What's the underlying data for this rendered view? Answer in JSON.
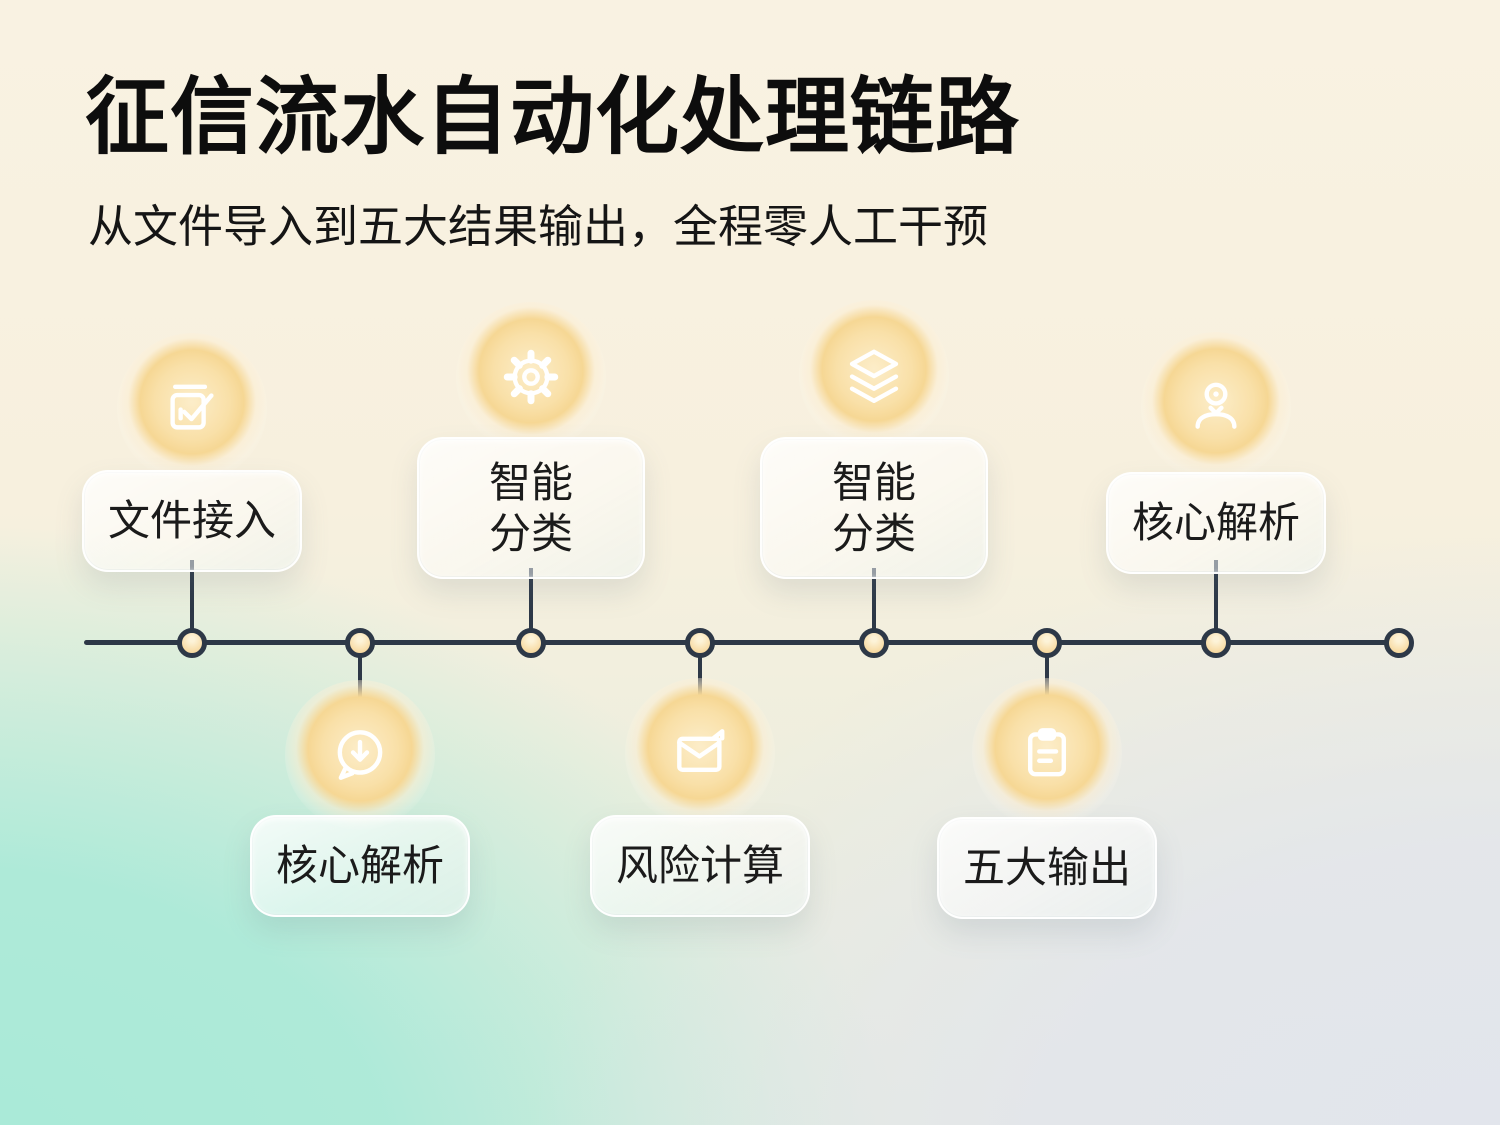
{
  "header": {
    "title": "征信流水自动化处理链路",
    "subtitle": "从文件导入到五大结果输出，全程零人工干预"
  },
  "timeline": {
    "steps": [
      {
        "label": "文件接入",
        "lines": [
          "文件接入"
        ],
        "icon": "clipboard-check-icon",
        "side": "top"
      },
      {
        "label": "核心解析",
        "lines": [
          "核心解析"
        ],
        "icon": "chat-download-icon",
        "side": "bottom"
      },
      {
        "label": "智能分类",
        "lines": [
          "智能",
          "分类"
        ],
        "icon": "gear-icon",
        "side": "top"
      },
      {
        "label": "风险计算",
        "lines": [
          "风险计算"
        ],
        "icon": "mail-icon",
        "side": "bottom"
      },
      {
        "label": "智能分类",
        "lines": [
          "智能",
          "分类"
        ],
        "icon": "layers-icon",
        "side": "top"
      },
      {
        "label": "五大输出",
        "lines": [
          "五大输出"
        ],
        "icon": "clipboard-list-icon",
        "side": "bottom"
      },
      {
        "label": "核心解析",
        "lines": [
          "核心解析"
        ],
        "icon": "user-icon",
        "side": "top"
      }
    ],
    "end_dot": true,
    "colors": {
      "line": "#2d3847",
      "dot_fill": "#f8dca6",
      "glow": "#f6d794",
      "card_text": "#1b1b1b",
      "icon_stroke": "#ffffff"
    }
  }
}
